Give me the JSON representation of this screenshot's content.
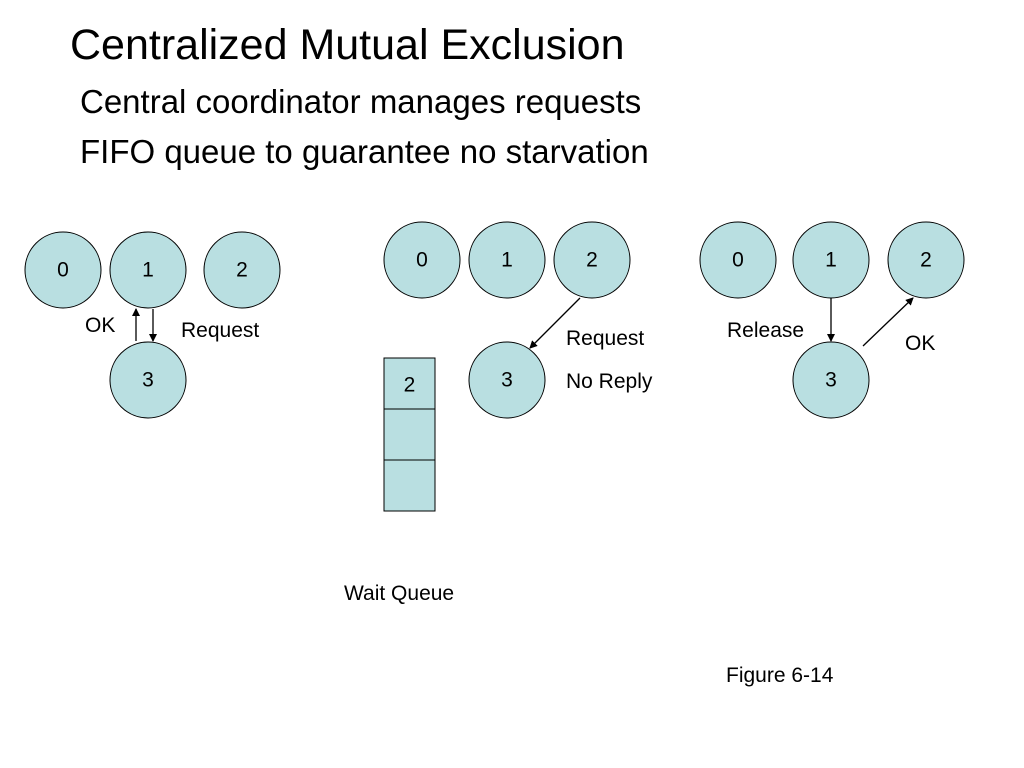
{
  "slide": {
    "title": "Centralized Mutual Exclusion",
    "bullets": [
      "Central coordinator manages requests",
      "FIFO queue to guarantee no starvation"
    ]
  },
  "panels": [
    {
      "nodes": [
        "0",
        "1",
        "2",
        "3"
      ],
      "labels": [
        "OK",
        "Request"
      ]
    },
    {
      "nodes": [
        "0",
        "1",
        "2",
        "3"
      ],
      "labels": [
        "Request",
        "No Reply"
      ],
      "queue": {
        "cells": [
          "2",
          "",
          ""
        ],
        "caption": "Wait Queue"
      }
    },
    {
      "nodes": [
        "0",
        "1",
        "2",
        "3"
      ],
      "labels": [
        "Release",
        "OK"
      ]
    }
  ],
  "figure_caption": "Figure 6-14"
}
